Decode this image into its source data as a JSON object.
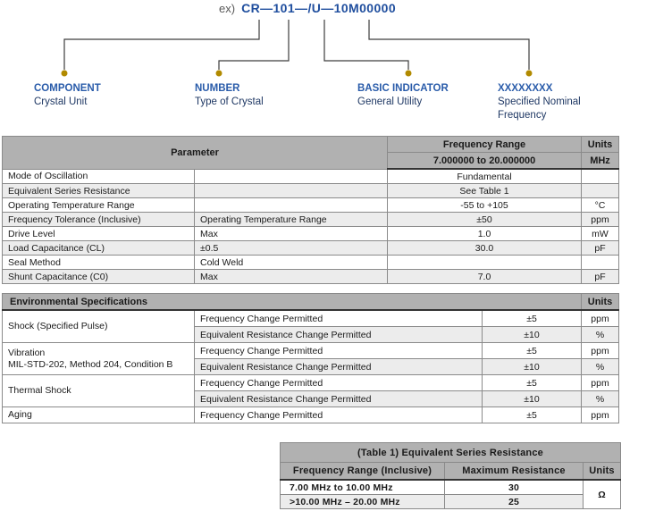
{
  "page": {
    "prefix_label": "ex)",
    "part_number": "CR—101—/U—10M00000"
  },
  "colors": {
    "accent_blue": "#2a5caa",
    "part_number_blue": "#1f4e9e",
    "sublabel_navy": "#1f3864",
    "dot_gold": "#b18a00",
    "header_gray": "#b1b1b1",
    "zebra_gray": "#ececec"
  },
  "callouts": [
    {
      "label": "COMPONENT",
      "sublabel": "Crystal Unit"
    },
    {
      "label": "NUMBER",
      "sublabel": "Type of Crystal"
    },
    {
      "label": "BASIC INDICATOR",
      "sublabel": "General Utility"
    },
    {
      "label": "XXXXXXXX",
      "sublabel": "Specified Nominal Frequency"
    }
  ],
  "param_table": {
    "header": {
      "parameter": "Parameter",
      "frequency_range": "Frequency Range",
      "range_value": "7.000000 to 20.000000",
      "units": "Units",
      "units_value": "MHz"
    },
    "rows": [
      {
        "param": "Mode of Oscillation",
        "condition": "",
        "value": "Fundamental",
        "unit": ""
      },
      {
        "param": "Equivalent Series Resistance",
        "condition": "",
        "value": "See Table 1",
        "unit": ""
      },
      {
        "param": "Operating Temperature Range",
        "condition": "",
        "value": "-55 to +105",
        "unit": "°C"
      },
      {
        "param": "Frequency Tolerance (Inclusive)",
        "condition": "Operating Temperature Range",
        "value": "±50",
        "unit": "ppm"
      },
      {
        "param": "Drive Level",
        "condition": "Max",
        "value": "1.0",
        "unit": "mW"
      },
      {
        "param": "Load Capacitance (CL)",
        "condition": "±0.5",
        "value": "30.0",
        "unit": "pF"
      },
      {
        "param": "Seal Method",
        "condition": "Cold Weld",
        "value": "",
        "unit": ""
      },
      {
        "param": "Shunt Capacitance (C0)",
        "condition": "Max",
        "value": "7.0",
        "unit": "pF"
      }
    ]
  },
  "env_table": {
    "title": "Environmental Specifications",
    "units_header": "Units",
    "groups": [
      {
        "name": "Shock (Specified Pulse)",
        "name2": "",
        "rows": [
          {
            "test": "Frequency Change Permitted",
            "value": "±5",
            "unit": "ppm"
          },
          {
            "test": "Equivalent Resistance Change Permitted",
            "value": "±10",
            "unit": "%"
          }
        ]
      },
      {
        "name": "Vibration",
        "name2": "MIL-STD-202, Method 204, Condition B",
        "rows": [
          {
            "test": "Frequency Change Permitted",
            "value": "±5",
            "unit": "ppm"
          },
          {
            "test": "Equivalent Resistance Change Permitted",
            "value": "±10",
            "unit": "%"
          }
        ]
      },
      {
        "name": "Thermal Shock",
        "name2": "",
        "rows": [
          {
            "test": "Frequency Change Permitted",
            "value": "±5",
            "unit": "ppm"
          },
          {
            "test": "Equivalent Resistance Change Permitted",
            "value": "±10",
            "unit": "%"
          }
        ]
      },
      {
        "name": "Aging",
        "name2": "",
        "rows": [
          {
            "test": "Frequency Change Permitted",
            "value": "±5",
            "unit": "ppm"
          }
        ]
      }
    ]
  },
  "table1": {
    "title": "(Table 1) Equivalent Series Resistance",
    "col_headers": {
      "range": "Frequency Range (Inclusive)",
      "resistance": "Maximum Resistance",
      "units": "Units"
    },
    "rows": [
      {
        "range": "7.00 MHz to 10.00 MHz",
        "resistance": "30"
      },
      {
        "range": ">10.00 MHz – 20.00 MHz",
        "resistance": "25"
      }
    ],
    "unit": "Ω"
  }
}
